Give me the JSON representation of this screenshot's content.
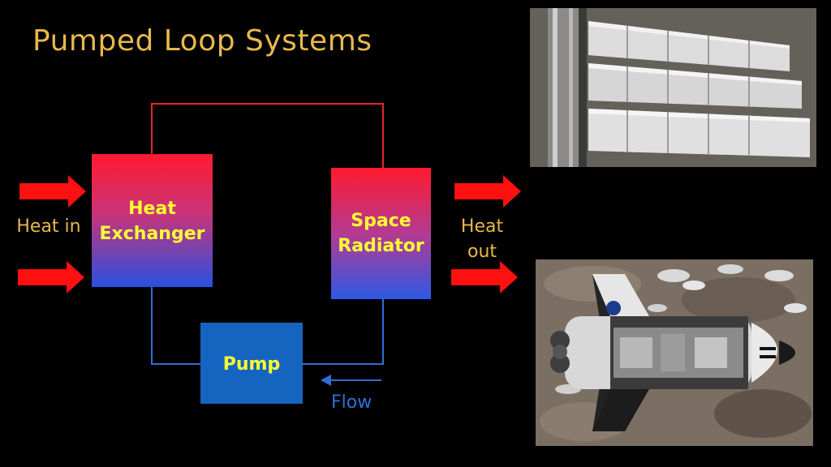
{
  "slide": {
    "title": "Pumped Loop Systems"
  },
  "diagram": {
    "heat_exchanger": "Heat Exchanger",
    "space_radiator": "Space Radiator",
    "pump": "Pump",
    "heat_in": "Heat in",
    "heat_out": "Heat out",
    "flow": "Flow"
  },
  "colors": {
    "title": "#e8b84a",
    "hot_pipe": "#e8242c",
    "cold_pipe": "#2f6fd6",
    "pump": "#1565c0",
    "arrow": "#ff1010",
    "box_text": "#ffff33"
  }
}
